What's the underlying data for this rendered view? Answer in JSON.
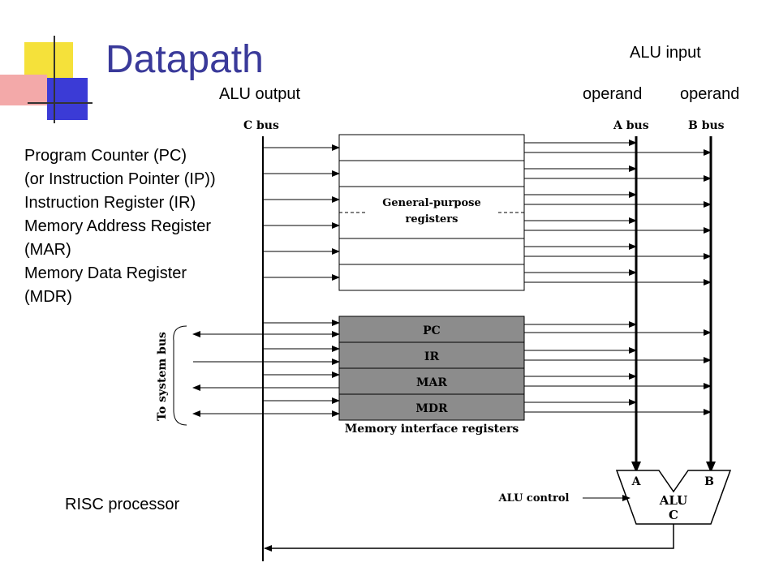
{
  "title": "Datapath",
  "accent_color": "#3a3a9a",
  "labels": {
    "alu_input": "ALU input",
    "alu_output": "ALU output",
    "operand_a": "operand",
    "operand_b": "operand",
    "risc": "RISC processor"
  },
  "register_descriptions": [
    "Program Counter (PC)",
    "(or Instruction Pointer (IP))",
    "Instruction Register (IR)",
    "Memory Address Register",
    "(MAR)",
    "Memory Data Register",
    "(MDR)"
  ],
  "figure": {
    "c_bus": "C bus",
    "a_bus": "A bus",
    "b_bus": "B bus",
    "gp_registers_line1": "General-purpose",
    "gp_registers_line2": "registers",
    "memory_registers": [
      "PC",
      "IR",
      "MAR",
      "MDR"
    ],
    "memory_interface": "Memory interface registers",
    "system_bus": "To system bus",
    "alu_control": "ALU control",
    "alu_in_a": "A",
    "alu_in_b": "B",
    "alu_name": "ALU",
    "alu_out": "C",
    "memory_register_fill": "#8c8c8c"
  }
}
